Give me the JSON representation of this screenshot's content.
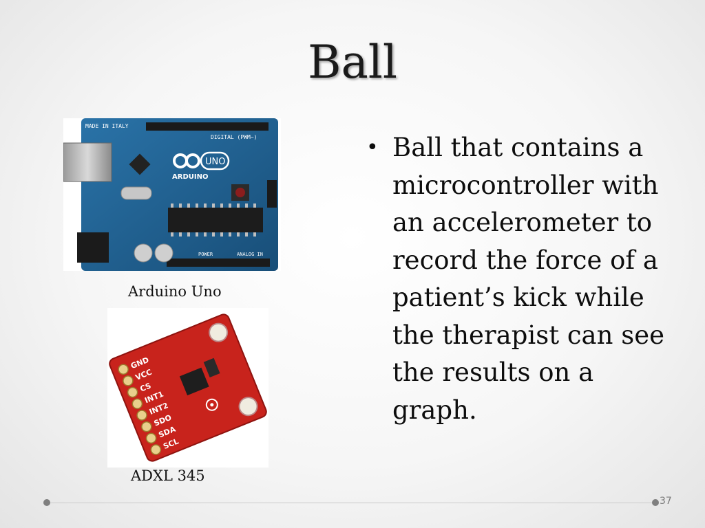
{
  "slide": {
    "title": "Ball",
    "bullet_char": "•",
    "bullets": [
      "Ball that contains a microcontroller with an accelerometer to record the force of a patient’s kick while the therapist can see the results on a graph."
    ],
    "page_number": "37"
  },
  "figures": {
    "arduino": {
      "caption": "Arduino Uno",
      "labels": {
        "made_in_italy": "MADE IN ITALY",
        "digital": "DIGITAL (PWM~)",
        "brand": "ARDUINO",
        "model": "UNO",
        "power": "POWER",
        "analog_in": "ANALOG IN"
      }
    },
    "adxl": {
      "caption": "ADXL 345",
      "pin_labels": [
        "GND",
        "VCC",
        "CS",
        "INT1",
        "INT2",
        "SDO",
        "SDA",
        "SCL"
      ]
    }
  },
  "colors": {
    "arduino_board": "#1f5f8f",
    "adxl_board": "#c8231c",
    "footer_line": "#c9c9c9",
    "footer_dot": "#7f7f7f"
  }
}
